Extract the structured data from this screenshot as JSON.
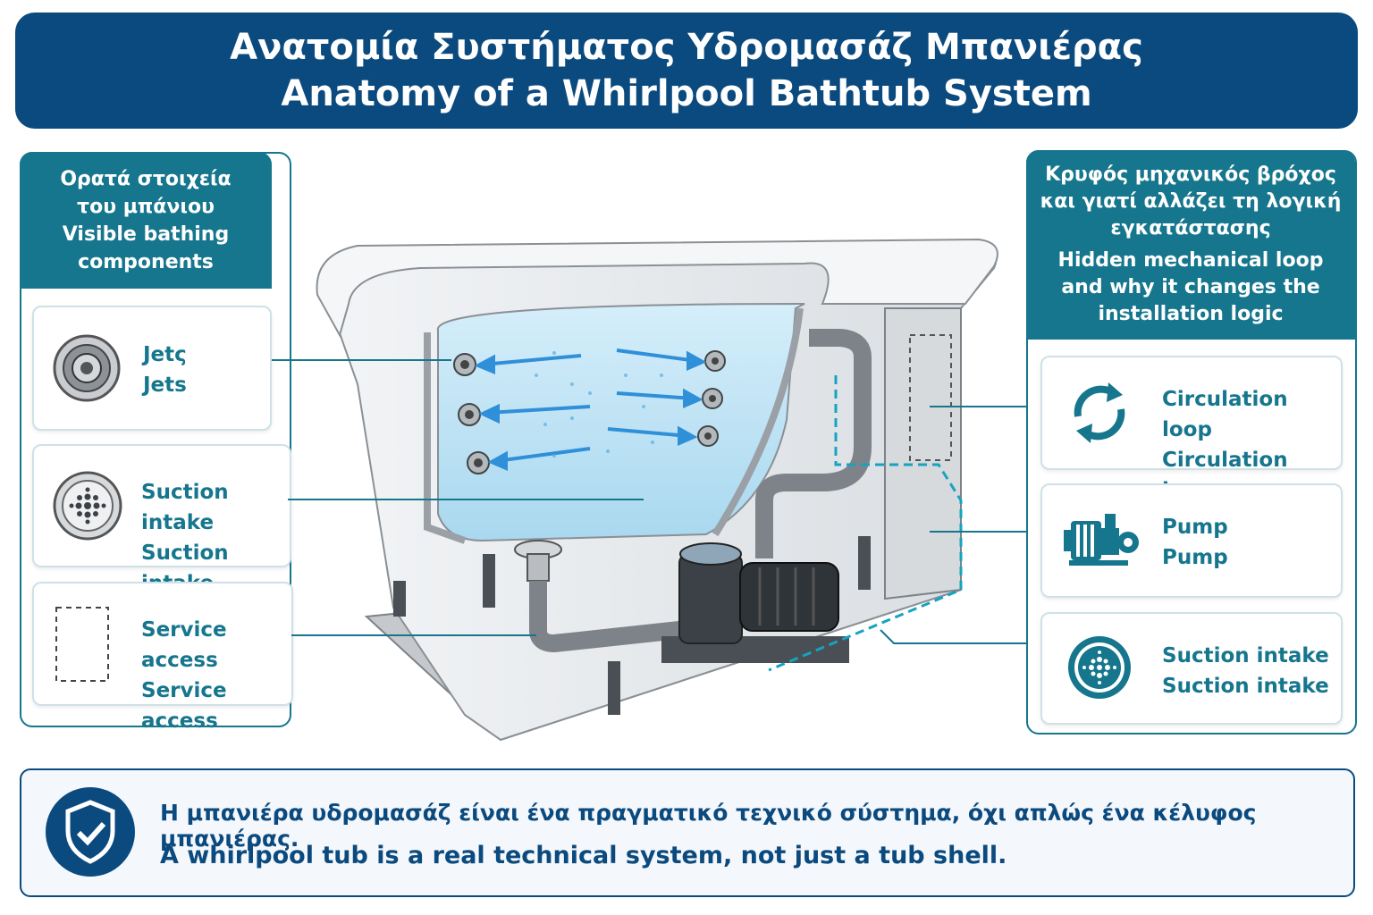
{
  "title": {
    "line_gr": "Ανατομία Συστήματος Υδρομασάζ Μπανιέρας",
    "line_en": "Anatomy of a Whirlpool Bathtub System"
  },
  "left_panel": {
    "heading_gr_1": "Ορατά στοιχεία",
    "heading_gr_2": "του μπάνιου",
    "heading_en_1": "Visible bathing",
    "heading_en_2": "components",
    "items": [
      {
        "line1": "Jetς",
        "line2": "Jets",
        "icon": "jet-nozzle-icon"
      },
      {
        "line1": "Suction intake",
        "line2": "Suction intake",
        "icon": "suction-grate-icon"
      },
      {
        "line1": "Service access",
        "line2": "Service access",
        "icon": "service-panel-icon"
      }
    ]
  },
  "right_panel": {
    "heading_gr_1": "Κρυφός μηχανικός βρόχος",
    "heading_gr_2": "και γιατί αλλάζει τη λογική",
    "heading_gr_3": "εγκατάστασης",
    "heading_en_1": "Hidden mechanical loop",
    "heading_en_2": "and why it changes the",
    "heading_en_3": "installation logic",
    "items": [
      {
        "line1": "Circulation loop",
        "line2": "Circulation loop",
        "icon": "circulation-arrows-icon"
      },
      {
        "line1": "Pump",
        "line2": "Pump",
        "icon": "pump-icon"
      },
      {
        "line1": "Suction intake",
        "line2": "Suction intake",
        "icon": "suction-grate-icon"
      }
    ]
  },
  "footer": {
    "text_gr": "Η μπανιέρα υδρομασάζ είναι ένα πραγματικό τεχνικό σύστημα, όχι απλώς ένα κέλυφος μπανιέρας.",
    "text_en": "A whirlpool tub is a real technical system, not just a tub shell."
  },
  "colors": {
    "navy": "#0b4a7e",
    "teal": "#16768d",
    "water": "#bfe3f5",
    "jet_arrow": "#2f8fd8"
  }
}
